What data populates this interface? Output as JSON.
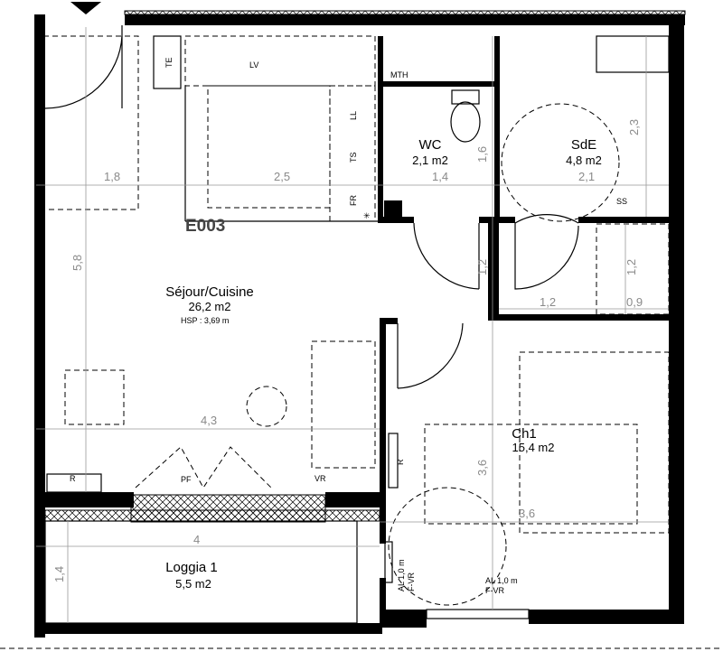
{
  "plan": {
    "unit_id": "E003",
    "rooms": [
      {
        "name": "Séjour/Cuisine",
        "area": "26,2 m2",
        "note": "HSP : 3,69 m"
      },
      {
        "name": "WC",
        "area": "2,1 m2"
      },
      {
        "name": "SdE",
        "area": "4,8 m2"
      },
      {
        "name": "Ch1",
        "area": "15,4 m2"
      },
      {
        "name": "Loggia 1",
        "area": "5,5 m2"
      }
    ],
    "dimensions": [
      "1,8",
      "2,5",
      "1,4",
      "2,1",
      "5,8",
      "4,3",
      "1,6",
      "2,3",
      "1,2",
      "1,2",
      "1,2",
      "0,9",
      "3,6",
      "3,6",
      "4",
      "1,4"
    ],
    "fixtures": {
      "te": "TE",
      "lv": "LV",
      "ll": "LL",
      "ts": "TS",
      "fr": "FR",
      "mth": "MTH",
      "ss": "SS",
      "r1": "R",
      "r2": "R",
      "pf": "PF",
      "vr": "VR",
      "al1": "AL 1,0 m",
      "fvr1": "F-VR",
      "al2": "AL 1,0 m",
      "fvr2": "F-VR"
    }
  }
}
